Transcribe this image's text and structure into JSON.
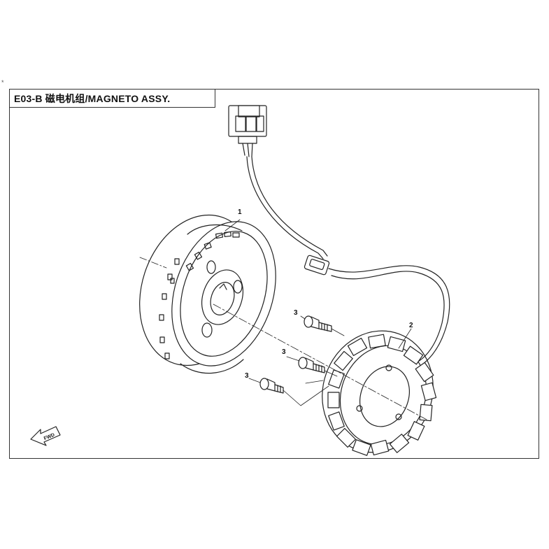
{
  "title": "E03-B 磁电机组/MAGNETO ASSY.",
  "corner_mark": "*",
  "callouts": {
    "flywheel": "1",
    "stator": "2",
    "bolt_a": "3",
    "bolt_b": "3",
    "bolt_c": "3"
  },
  "direction_label": "FWD",
  "colors": {
    "line": "#222222",
    "frame": "#333333",
    "background": "#ffffff"
  }
}
